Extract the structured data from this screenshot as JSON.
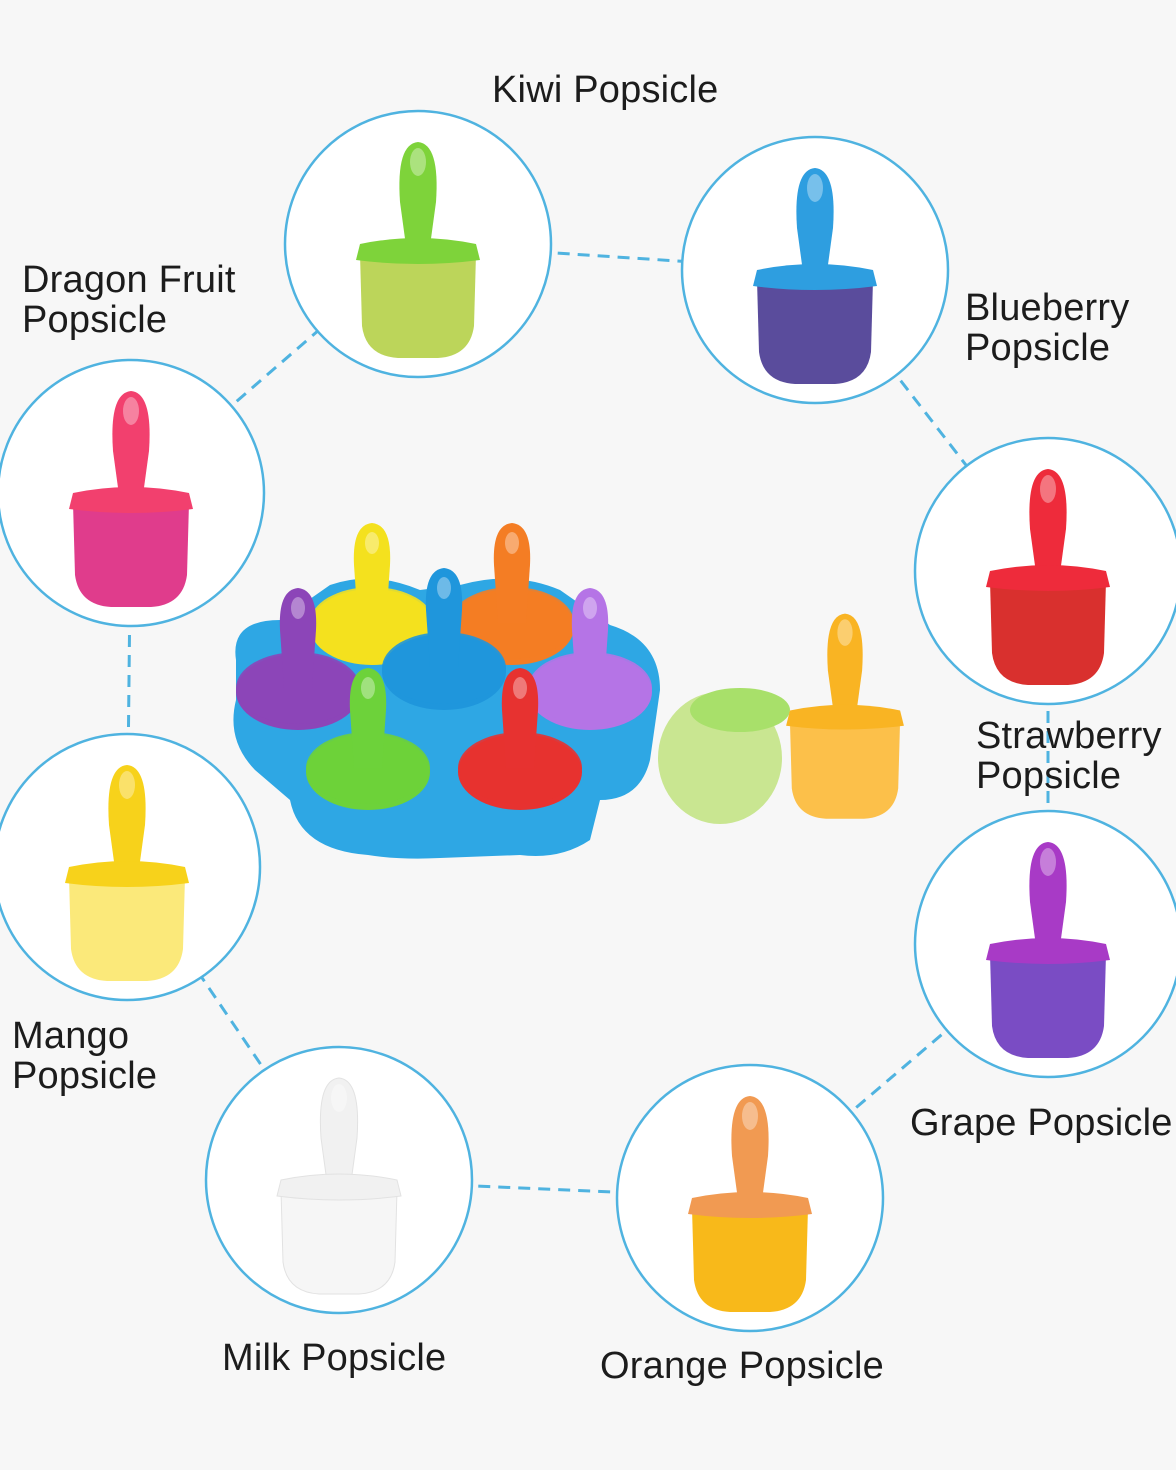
{
  "colors": {
    "background": "#f7f7f7",
    "ring": "#4fb3e0",
    "tray": "#2ea7e4",
    "text": "#1c1c1c"
  },
  "popsicles": [
    {
      "id": "kiwi",
      "name": [
        "Kiwi Popsicle"
      ],
      "stick": "#7ed33a",
      "body": "#bcd55a"
    },
    {
      "id": "blueberry",
      "name": [
        "Blueberry",
        "Popsicle"
      ],
      "stick": "#2e9ee0",
      "body": "#5a4c9c"
    },
    {
      "id": "dragon-fruit",
      "name": [
        "Dragon Fruit",
        "Popsicle"
      ],
      "stick": "#f2406e",
      "body": "#e03c8c"
    },
    {
      "id": "strawberry",
      "name": [
        "Strawberry",
        "Popsicle"
      ],
      "stick": "#ee2b3b",
      "body": "#d9302e"
    },
    {
      "id": "mango",
      "name": [
        "Mango",
        "Popsicle"
      ],
      "stick": "#f7d21b",
      "body": "#fbe97a"
    },
    {
      "id": "grape",
      "name": [
        "Grape Popsicle"
      ],
      "stick": "#a83ac6",
      "body": "#7a4cc4"
    },
    {
      "id": "milk",
      "name": [
        "Milk Popsicle"
      ],
      "stick": "#f1f1f1",
      "body": "#f6f6f6"
    },
    {
      "id": "orange",
      "name": [
        "Orange Popsicle"
      ],
      "stick": "#f19a52",
      "body": "#f8b91a"
    }
  ],
  "tray_sticks": [
    {
      "color": "#f4e11e"
    },
    {
      "color": "#f47d24"
    },
    {
      "color": "#8c45b8"
    },
    {
      "color": "#1f96dc"
    },
    {
      "color": "#b574e6"
    },
    {
      "color": "#6dd23a"
    },
    {
      "color": "#e73230"
    }
  ],
  "loose_popsicles": [
    {
      "color": "#c6e58b"
    },
    {
      "color": "#f9b423"
    }
  ]
}
